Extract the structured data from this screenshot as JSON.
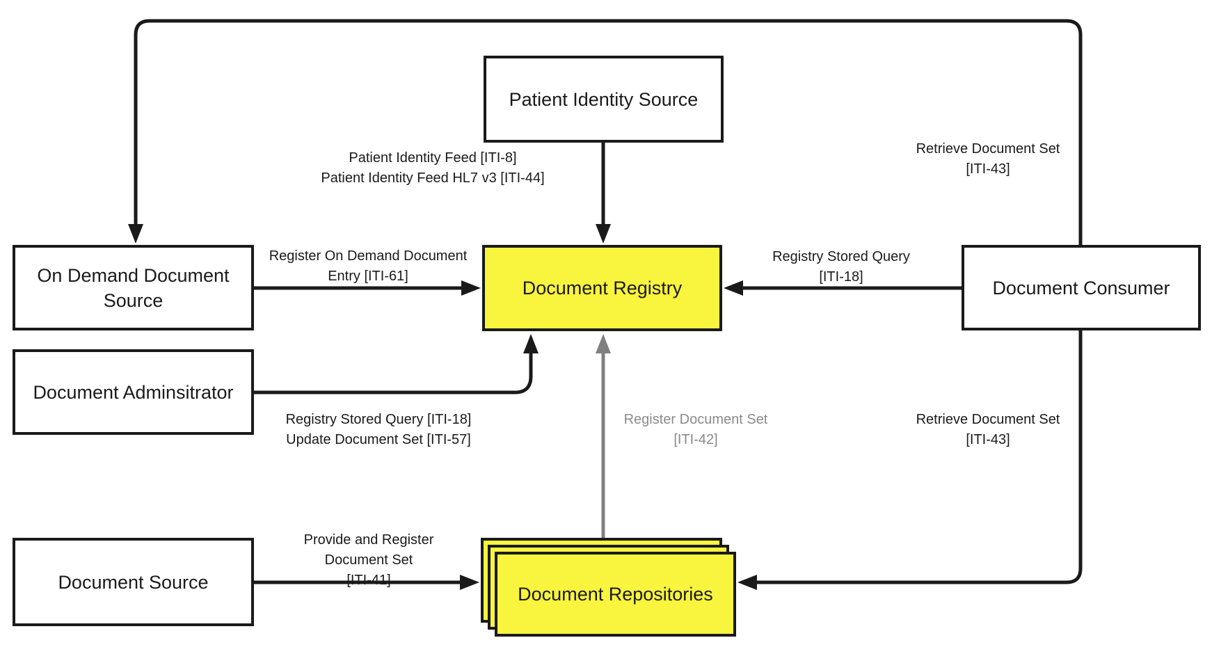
{
  "diagram": {
    "nodes": {
      "patient_identity_source": {
        "label": "Patient Identity Source"
      },
      "on_demand_document_source": {
        "label": "On Demand Document\nSource"
      },
      "document_registry": {
        "label": "Document Registry",
        "highlighted": true
      },
      "document_consumer": {
        "label": "Document Consumer"
      },
      "document_administrator": {
        "label": "Document Adminsitrator"
      },
      "document_source": {
        "label": "Document Source"
      },
      "document_repositories": {
        "label": "Document Repositories",
        "highlighted": true,
        "stacked": true
      }
    },
    "edges": {
      "patient_identity_feed": {
        "from": "patient_identity_source",
        "to": "document_registry",
        "label": "Patient Identity Feed [ITI-8]\nPatient Identity Feed HL7 v3 [ITI-44]",
        "color": "black"
      },
      "retrieve_document_set_top": {
        "from": "document_consumer",
        "to": "on_demand_document_source",
        "label": "Retrieve Document Set\n[ITI-43]",
        "color": "black"
      },
      "register_on_demand": {
        "from": "on_demand_document_source",
        "to": "document_registry",
        "label": "Register On Demand Document\nEntry [ITI-61]",
        "color": "black"
      },
      "registry_stored_query": {
        "from": "document_consumer",
        "to": "document_registry",
        "label": "Registry Stored Query\n[ITI-18]",
        "color": "black"
      },
      "admin_update": {
        "from": "document_administrator",
        "to": "document_registry",
        "label": "Registry Stored Query [ITI-18]\nUpdate Document Set [ITI-57]",
        "color": "black"
      },
      "register_document_set": {
        "from": "document_repositories",
        "to": "document_registry",
        "label": "Register Document Set\n[ITI-42]",
        "color": "gray"
      },
      "retrieve_document_set_bottom": {
        "from": "document_consumer",
        "to": "document_repositories",
        "label": "Retrieve Document Set\n[ITI-43]",
        "color": "black"
      },
      "provide_and_register": {
        "from": "document_source",
        "to": "document_repositories",
        "label": "Provide and Register\nDocument Set\n[ITI-41]",
        "color": "black"
      }
    },
    "colors": {
      "highlight_yellow": "#F9F43D",
      "line_black": "#1A1A1A",
      "muted_gray": "#808080"
    }
  }
}
